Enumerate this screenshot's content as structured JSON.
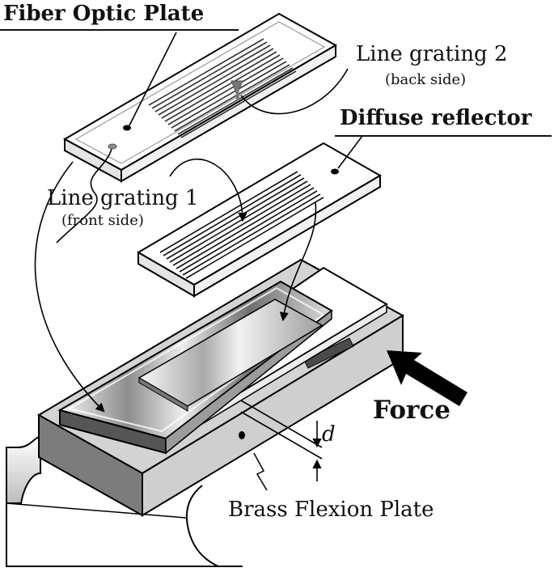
{
  "labels": {
    "fiber_optic_plate": "Fiber Optic Plate",
    "line_grating_2": "Line grating 2",
    "back_side": "(back side)",
    "diffuse_reflector": "Diffuse reflector",
    "line_grating_1": "Line grating 1",
    "front_side": "(front side)",
    "force": "Force",
    "d": "d",
    "brass_flexion_plate": "Brass Flexion Plate"
  },
  "colors": {
    "ink": "#111111",
    "outline": "#000000",
    "light_gray": "#d9d9d9",
    "mid_gray": "#9a9a9a",
    "dark_gray": "#555555",
    "background": "#ffffff"
  }
}
